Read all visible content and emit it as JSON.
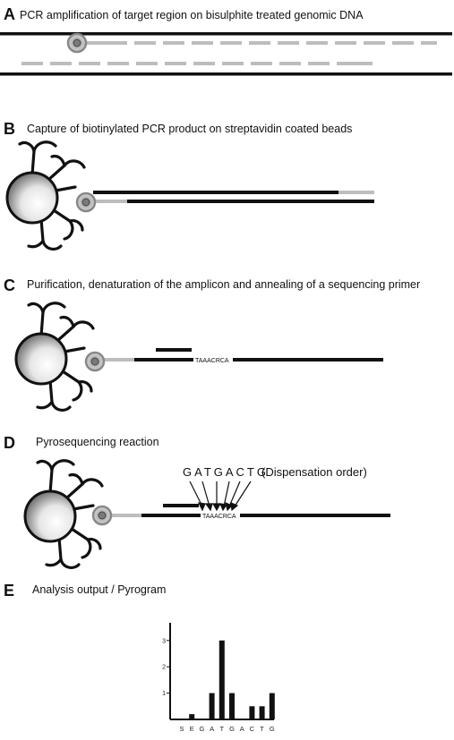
{
  "panel_a": {
    "letter": "A",
    "caption": "PCR amplification of target region on bisulphite treated genomic DNA"
  },
  "panel_b": {
    "letter": "B",
    "caption": "Capture of biotinylated PCR product on streptavidin coated beads"
  },
  "panel_c": {
    "letter": "C",
    "caption": "Purification, denaturation of the amplicon and annealing of a sequencing primer",
    "sequence": "TAAACRCA"
  },
  "panel_d": {
    "letter": "D",
    "caption": "Pyrosequencing reaction",
    "dispensation": "GATGACTG",
    "dispensation_note": "(Dispensation order)",
    "sequence": "TAAACRCA"
  },
  "panel_e": {
    "letter": "E",
    "caption": "Analysis output / Pyrogram"
  },
  "colors": {
    "strand": "#111111",
    "primer_gray": "#bdbdbd",
    "bead_edge": "#111111"
  },
  "chart_data": {
    "type": "bar",
    "categories": [
      "S",
      "E",
      "G",
      "A",
      "T",
      "G",
      "A",
      "C",
      "T",
      "G"
    ],
    "values": [
      0,
      0.2,
      0,
      1,
      3,
      1,
      0,
      0.5,
      0.5,
      1
    ],
    "y_ticks": [
      "1",
      "2",
      "3"
    ],
    "ylim": [
      0,
      3.4
    ],
    "grid": false
  }
}
